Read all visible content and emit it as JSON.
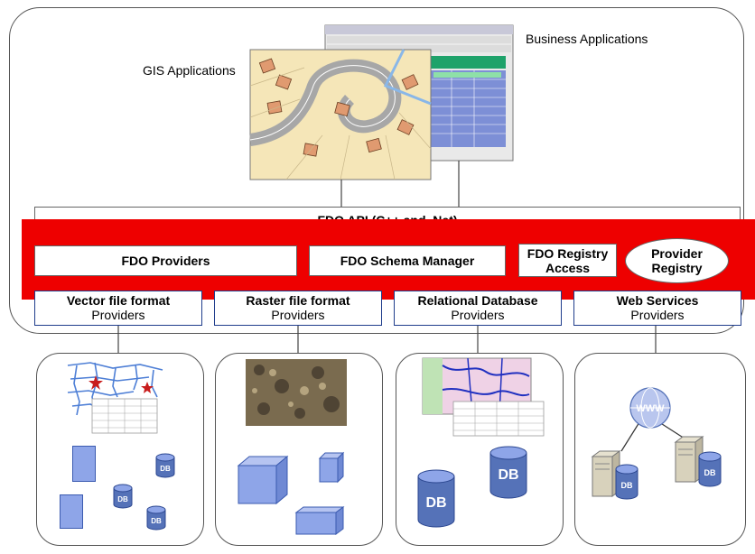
{
  "top_labels": {
    "business": "Business Applications",
    "gis": "GIS Applications"
  },
  "api_bar": "FDO API (C++ and .Net)",
  "components": {
    "providers": "FDO Providers",
    "schema_manager": "FDO Schema Manager",
    "registry_access": "FDO Registry Access",
    "provider_registry": "Provider Registry"
  },
  "provider_boxes": [
    {
      "title": "Vector file format",
      "subtitle": "Providers"
    },
    {
      "title": "Raster file format",
      "subtitle": "Providers"
    },
    {
      "title": "Relational Database",
      "subtitle": "Providers"
    },
    {
      "title": "Web Services",
      "subtitle": "Providers"
    }
  ],
  "icon_text": {
    "db": "DB",
    "www": "WWW"
  },
  "colors": {
    "band_red": "#ee0000",
    "provider_border": "#1f3d8c",
    "shape_blue": "#8ea5e8",
    "db_blue": "#5572b8"
  }
}
